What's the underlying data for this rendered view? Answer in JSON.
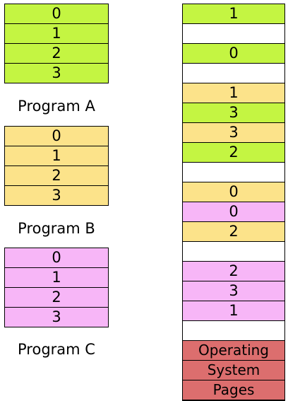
{
  "colors": {
    "program_a": "#c4f542",
    "program_b": "#fce38a",
    "program_c": "#f7b6f7",
    "os": "#dc6e6e",
    "free": "#ffffff"
  },
  "programs": [
    {
      "name": "Program A",
      "pages": [
        "0",
        "1",
        "2",
        "3"
      ],
      "color_key": "program_a"
    },
    {
      "name": "Program B",
      "pages": [
        "0",
        "1",
        "2",
        "3"
      ],
      "color_key": "program_b"
    },
    {
      "name": "Program C",
      "pages": [
        "0",
        "1",
        "2",
        "3"
      ],
      "color_key": "program_c"
    }
  ],
  "memory": [
    {
      "owner": "program_a",
      "page": "1"
    },
    {
      "owner": "free",
      "page": ""
    },
    {
      "owner": "program_a",
      "page": "0"
    },
    {
      "owner": "free",
      "page": ""
    },
    {
      "owner": "program_b",
      "page": "1"
    },
    {
      "owner": "program_a",
      "page": "3"
    },
    {
      "owner": "program_b",
      "page": "3"
    },
    {
      "owner": "program_a",
      "page": "2"
    },
    {
      "owner": "free",
      "page": ""
    },
    {
      "owner": "program_b",
      "page": "0"
    },
    {
      "owner": "program_c",
      "page": "0"
    },
    {
      "owner": "program_b",
      "page": "2"
    },
    {
      "owner": "free",
      "page": ""
    },
    {
      "owner": "program_c",
      "page": "2"
    },
    {
      "owner": "program_c",
      "page": "3"
    },
    {
      "owner": "program_c",
      "page": "1"
    },
    {
      "owner": "free",
      "page": ""
    },
    {
      "owner": "os",
      "page": "Operating"
    },
    {
      "owner": "os",
      "page": "System"
    },
    {
      "owner": "os",
      "page": "Pages"
    }
  ]
}
